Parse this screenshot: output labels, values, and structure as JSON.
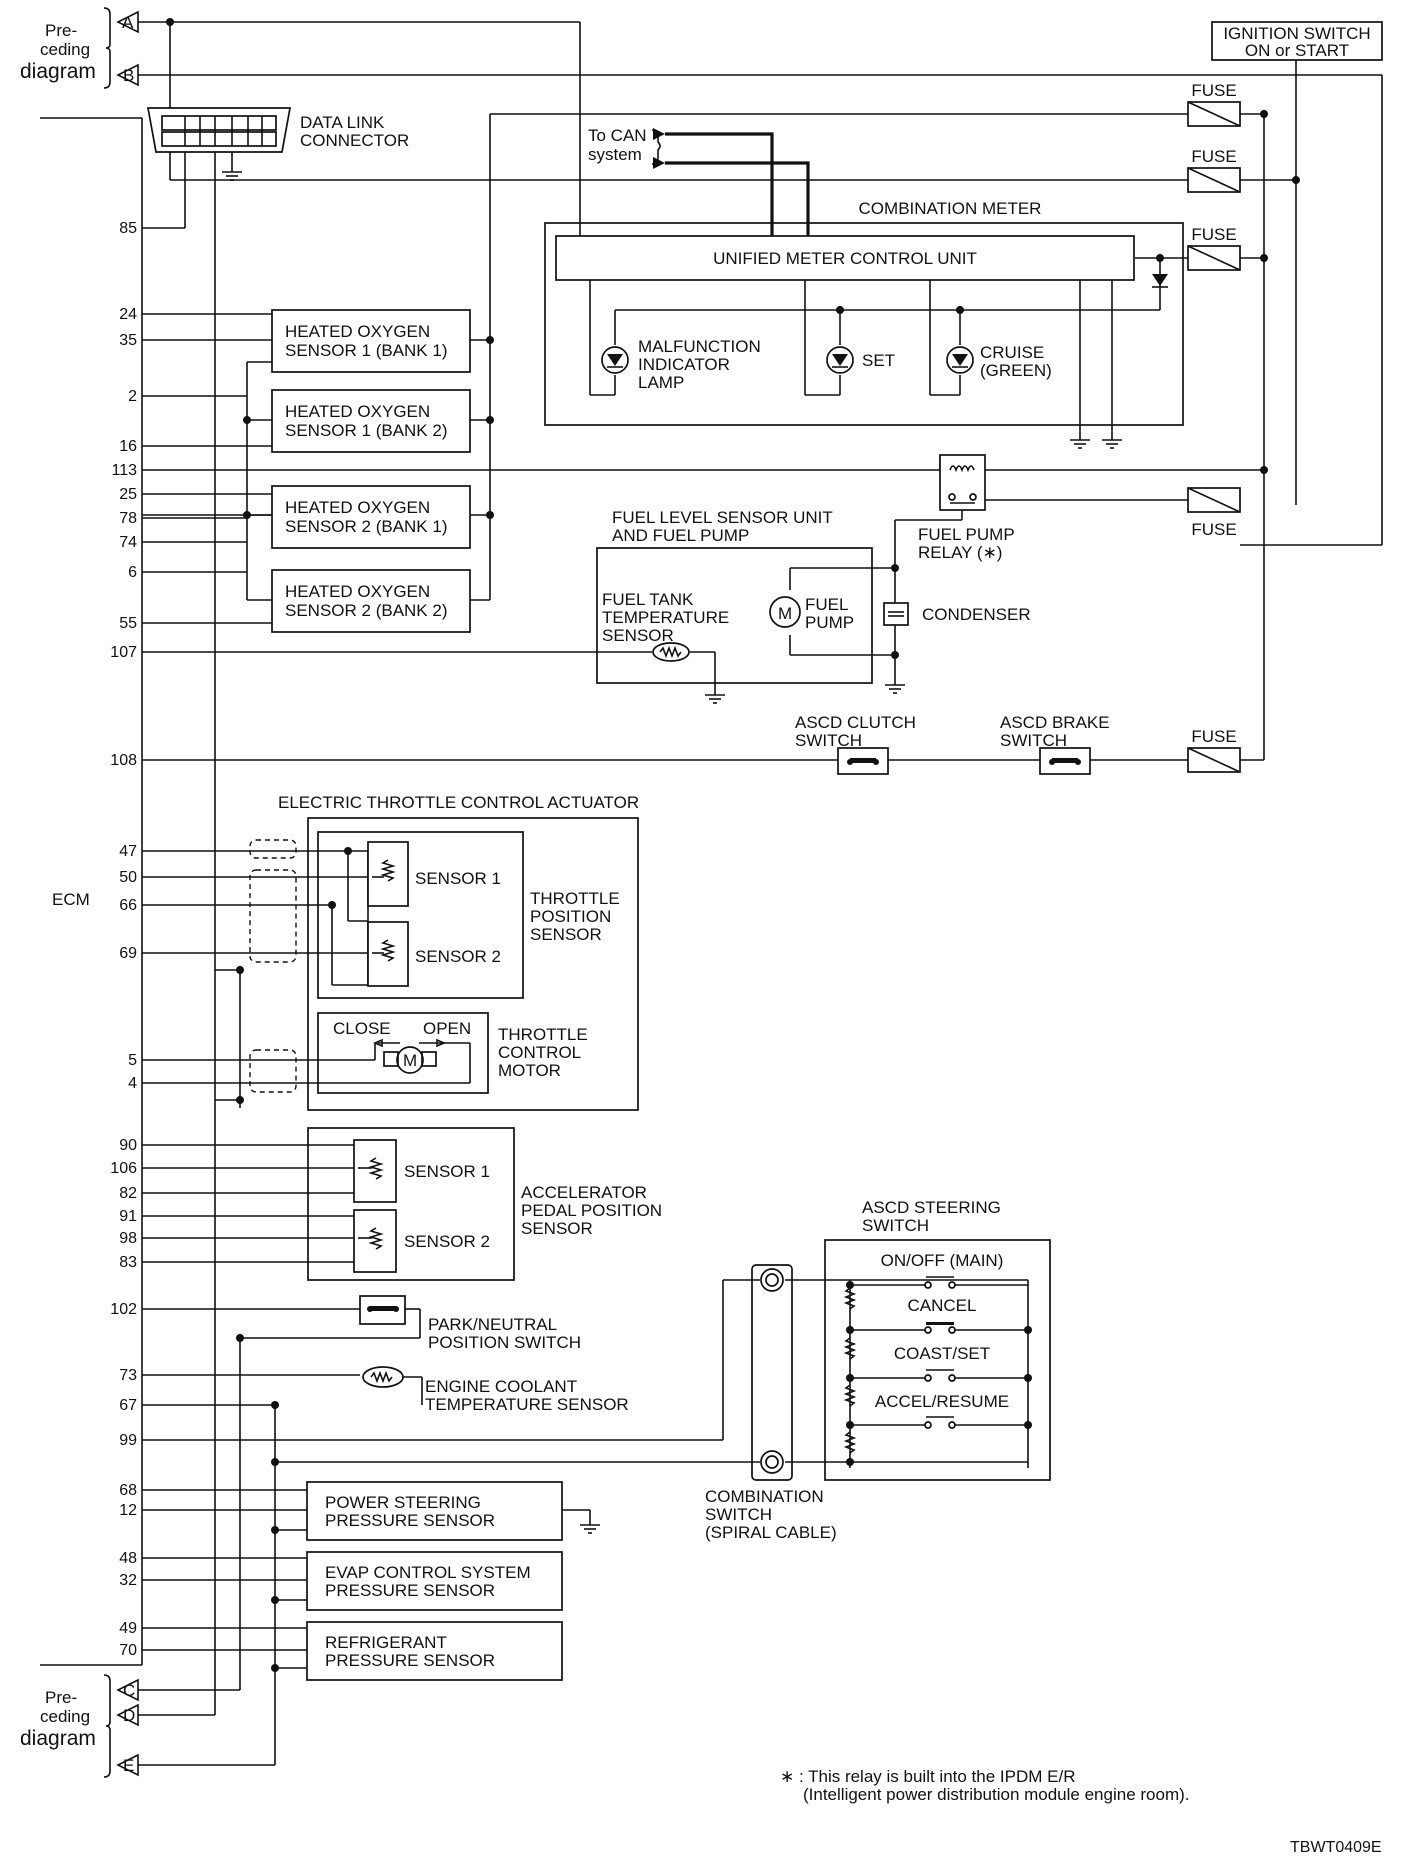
{
  "diagram": {
    "ecm_label": "ECM",
    "preceding_top": {
      "line1": "Pre-",
      "line2": "ceding",
      "line3": "diagram"
    },
    "preceding_bottom": {
      "line1": "Pre-",
      "line2": "ceding",
      "line3": "diagram"
    },
    "connectors": [
      "A",
      "B",
      "C",
      "D",
      "E"
    ],
    "ignition_switch": {
      "line1": "IGNITION SWITCH",
      "line2": "ON or START"
    },
    "data_link_connector": {
      "line1": "DATA LINK",
      "line2": "CONNECTOR"
    },
    "to_can": {
      "line1": "To CAN",
      "line2": "system"
    },
    "fuse_label": "FUSE",
    "combination_meter": {
      "title": "COMBINATION METER",
      "control_unit": "UNIFIED METER CONTROL UNIT",
      "mil": {
        "line1": "MALFUNCTION",
        "line2": "INDICATOR",
        "line3": "LAMP"
      },
      "set": "SET",
      "cruise": {
        "line1": "CRUISE",
        "line2": "(GREEN)"
      }
    },
    "ho2s": [
      {
        "line1": "HEATED OXYGEN",
        "line2": "SENSOR 1 (BANK 1)"
      },
      {
        "line1": "HEATED OXYGEN",
        "line2": "SENSOR 1 (BANK 2)"
      },
      {
        "line1": "HEATED OXYGEN",
        "line2": "SENSOR 2 (BANK 1)"
      },
      {
        "line1": "HEATED OXYGEN",
        "line2": "SENSOR 2 (BANK 2)"
      }
    ],
    "fuel_unit": {
      "title1": "FUEL LEVEL SENSOR UNIT",
      "title2": "AND FUEL PUMP",
      "temp1": "FUEL TANK",
      "temp2": "TEMPERATURE",
      "temp3": "SENSOR",
      "pump1": "FUEL",
      "pump2": "PUMP",
      "motor_symbol": "M"
    },
    "fuel_pump_relay": {
      "line1": "FUEL PUMP",
      "line2": "RELAY (∗)"
    },
    "condenser": "CONDENSER",
    "ascd_clutch": {
      "line1": "ASCD CLUTCH",
      "line2": "SWITCH"
    },
    "ascd_brake": {
      "line1": "ASCD BRAKE",
      "line2": "SWITCH"
    },
    "etc_actuator": {
      "title": "ELECTRIC THROTTLE CONTROL ACTUATOR",
      "sensor1": "SENSOR 1",
      "sensor2": "SENSOR 2",
      "tps1": "THROTTLE",
      "tps2": "POSITION",
      "tps3": "SENSOR",
      "close": "CLOSE",
      "open": "OPEN",
      "motor_symbol": "M",
      "motor1": "THROTTLE",
      "motor2": "CONTROL",
      "motor3": "MOTOR"
    },
    "apps": {
      "sensor1": "SENSOR 1",
      "sensor2": "SENSOR 2",
      "line1": "ACCELERATOR",
      "line2": "PEDAL POSITION",
      "line3": "SENSOR"
    },
    "pnp_switch": {
      "line1": "PARK/NEUTRAL",
      "line2": "POSITION SWITCH"
    },
    "ect_sensor": {
      "line1": "ENGINE COOLANT",
      "line2": "TEMPERATURE SENSOR"
    },
    "ascd_steering": {
      "title1": "ASCD STEERING",
      "title2": "SWITCH",
      "onoff": "ON/OFF (MAIN)",
      "cancel": "CANCEL",
      "coast": "COAST/SET",
      "accel": "ACCEL/RESUME"
    },
    "combination_switch": {
      "line1": "COMBINATION",
      "line2": "SWITCH",
      "line3": "(SPIRAL CABLE)"
    },
    "ps_sensor": {
      "line1": "POWER STEERING",
      "line2": "PRESSURE SENSOR"
    },
    "evap_sensor": {
      "line1": "EVAP CONTROL SYSTEM",
      "line2": "PRESSURE SENSOR"
    },
    "refrig_sensor": {
      "line1": "REFRIGERANT",
      "line2": "PRESSURE SENSOR"
    },
    "footnote": {
      "line1": "∗ : This relay is built into the IPDM E/R",
      "line2": "(Intelligent power distribution module engine room)."
    },
    "code": "TBWT0409E",
    "pins": [
      "85",
      "24",
      "35",
      "2",
      "16",
      "113",
      "25",
      "78",
      "74",
      "6",
      "55",
      "107",
      "108",
      "47",
      "50",
      "66",
      "69",
      "5",
      "4",
      "90",
      "106",
      "82",
      "91",
      "98",
      "83",
      "102",
      "73",
      "67",
      "99",
      "68",
      "12",
      "48",
      "32",
      "49",
      "70"
    ]
  }
}
